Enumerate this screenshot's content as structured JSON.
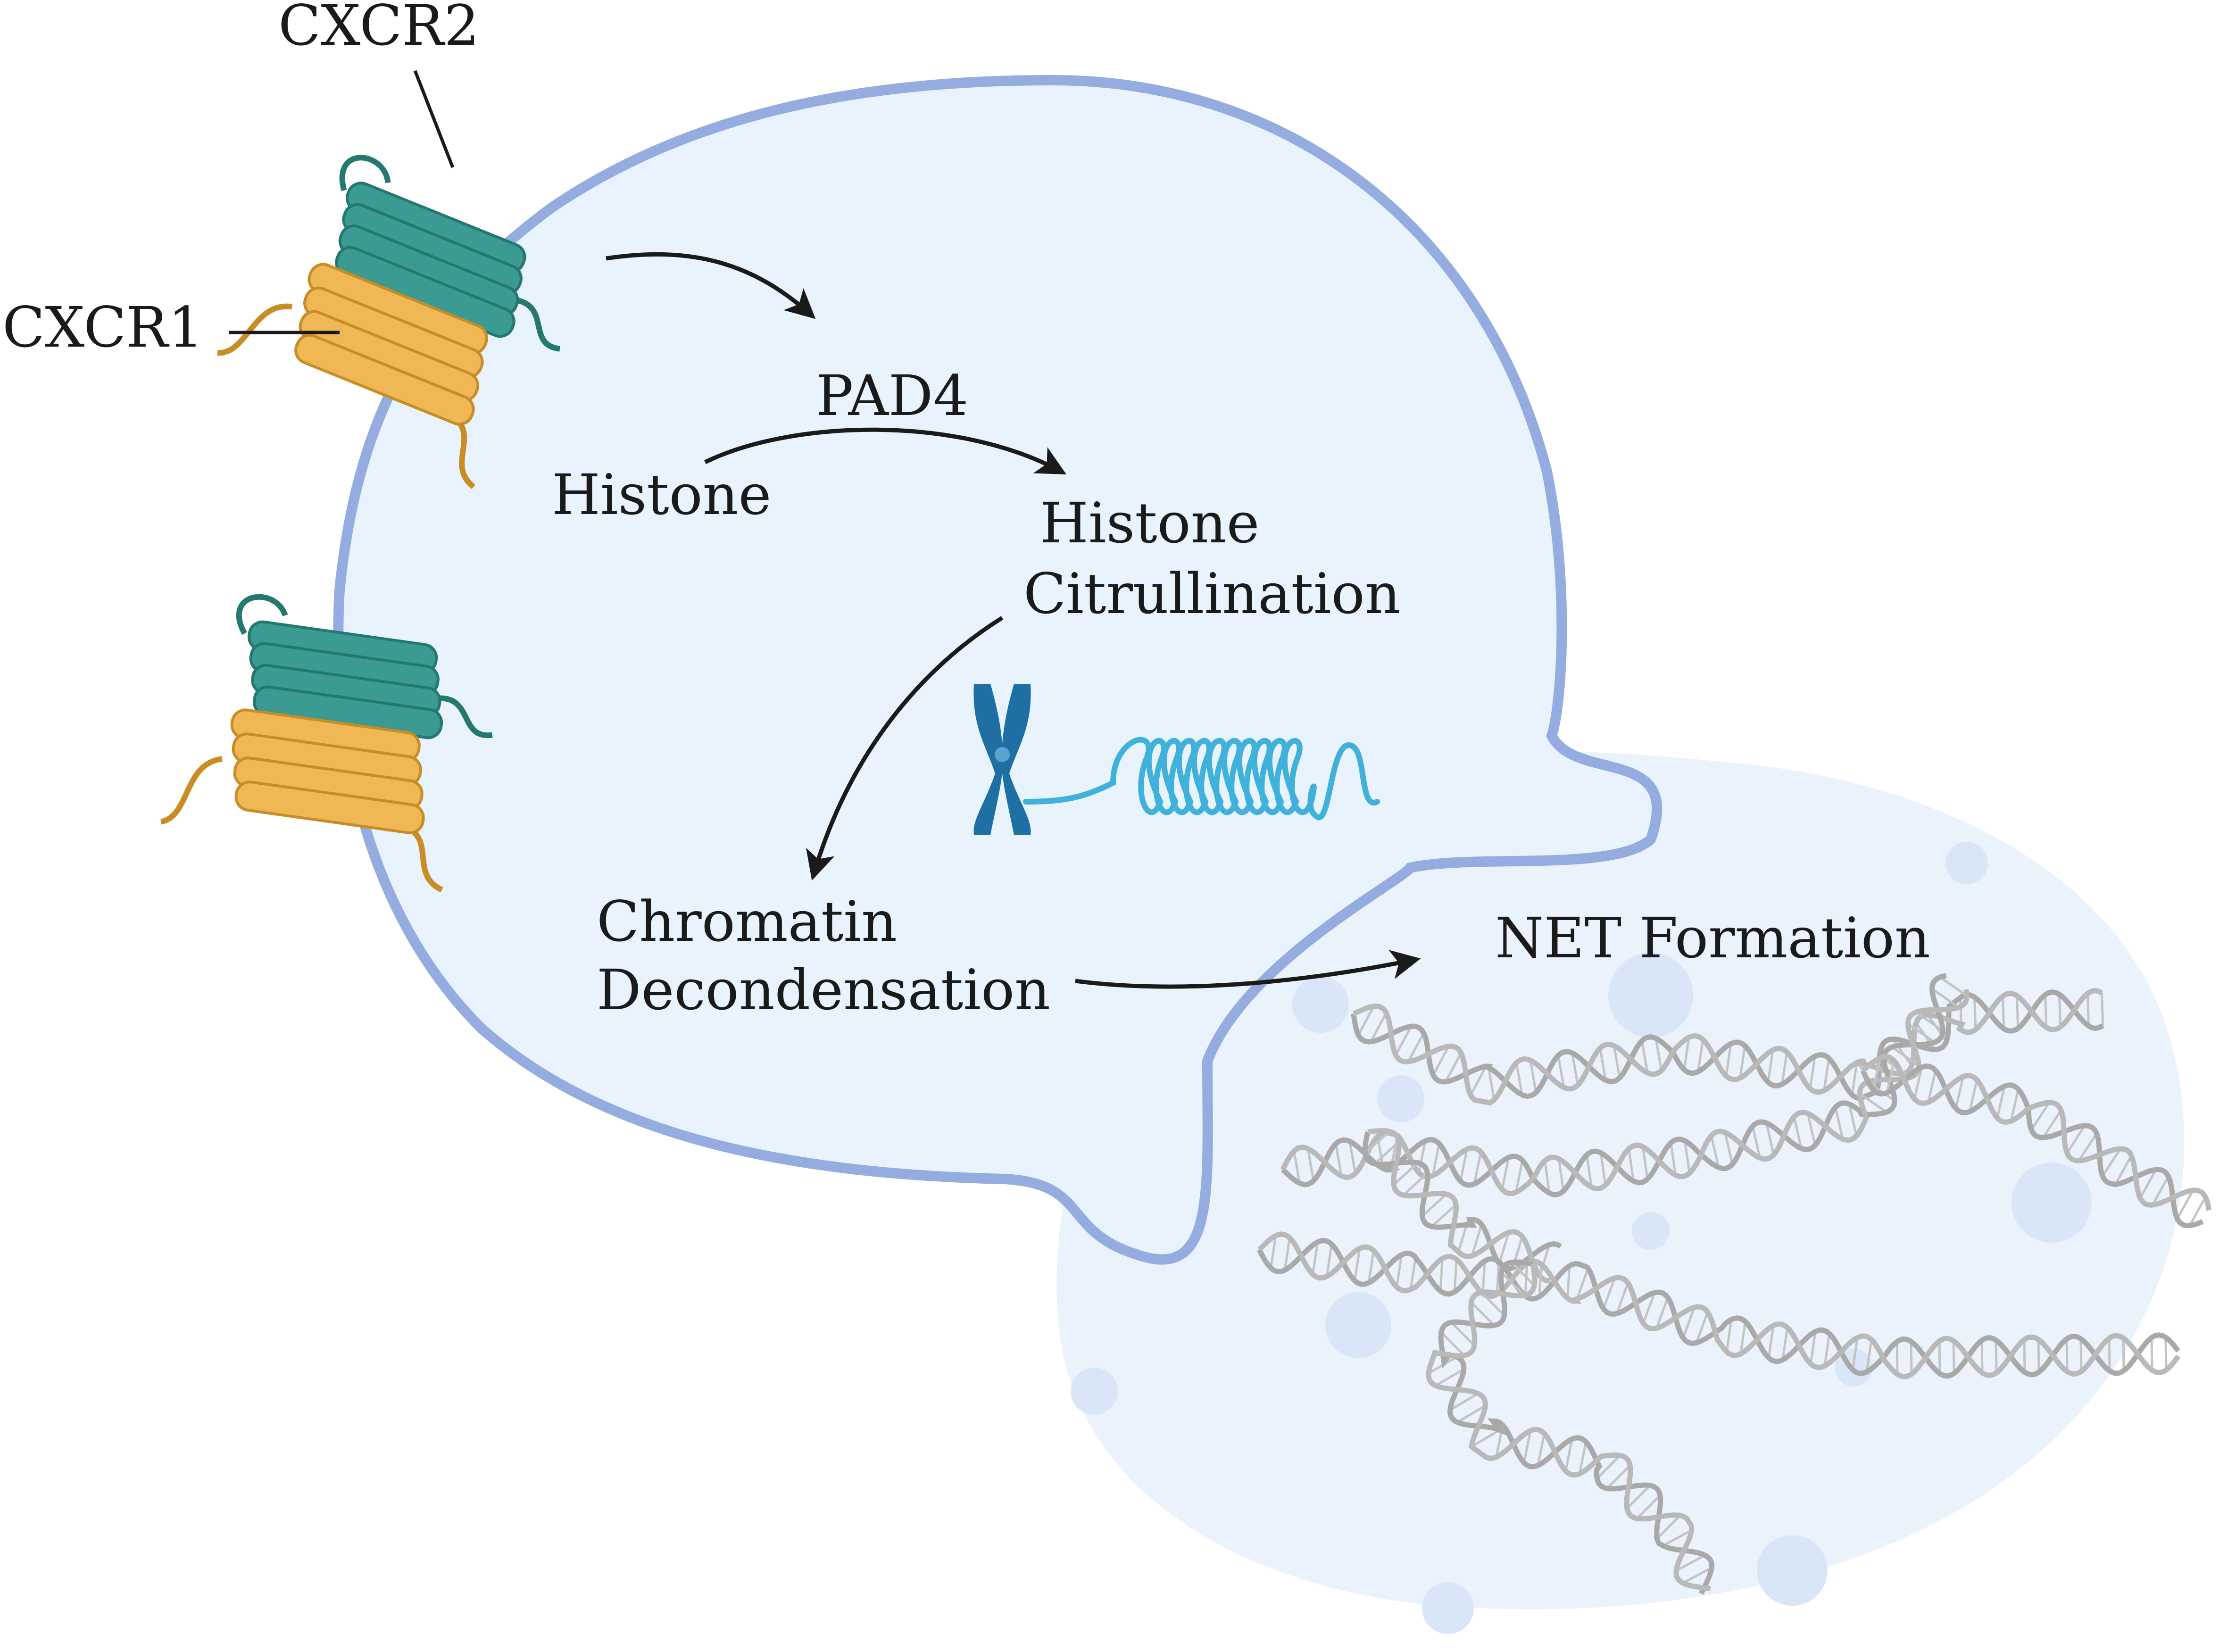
{
  "colors": {
    "cell_fill": "#e8f3fd",
    "cell_outline": "#94ace0",
    "receptor_cxcr2": "#3b9a92",
    "receptor_cxcr2_dark": "#25786f",
    "receptor_cxcr1": "#efb854",
    "receptor_cxcr1_dark": "#c98d26",
    "chromosome": "#1e6fa3",
    "chromatin_coil": "#3fb1da",
    "dna_strand": "#a9a9a9",
    "net_cloud": "#e6f0fb",
    "arrow": "#1a1a1a"
  },
  "labels": {
    "cxcr2": "CXCR2",
    "cxcr1": "CXCR1",
    "pad4": "PAD4",
    "histone": "Histone",
    "histone_citrullination_line1": "Histone",
    "histone_citrullination_line2": "Citrullination",
    "chromatin_decondensation_line1": "Chromatin",
    "chromatin_decondensation_line2": "Decondensation",
    "net_formation": "NET Formation"
  },
  "icons": {
    "receptor": "gpcr-receptor-icon",
    "chromosome": "chromosome-icon",
    "chromatin": "chromatin-coil-icon",
    "dna": "dna-double-helix-icon"
  }
}
